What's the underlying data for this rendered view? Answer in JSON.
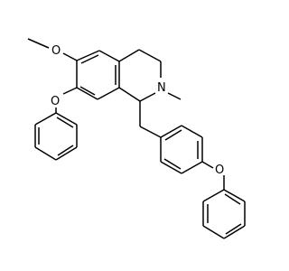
{
  "molecule": {
    "atoms": {
      "o_methoxy": "O",
      "o_phenoxy_ring": "O",
      "n_ring": "N",
      "o_phenoxy_benzyl": "O"
    }
  }
}
